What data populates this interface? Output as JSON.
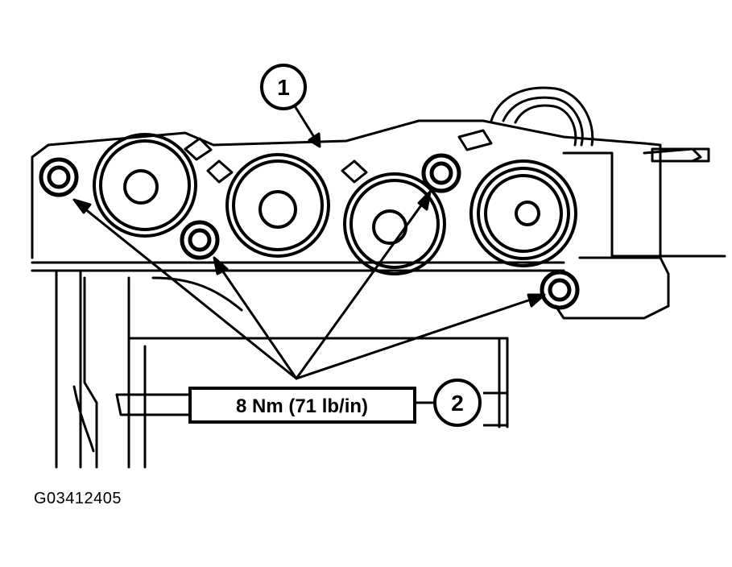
{
  "figure": {
    "id": "G03412405"
  },
  "callouts": [
    {
      "number": "1"
    },
    {
      "number": "2"
    }
  ],
  "torque_label": "8 Nm (71 lb/in)"
}
